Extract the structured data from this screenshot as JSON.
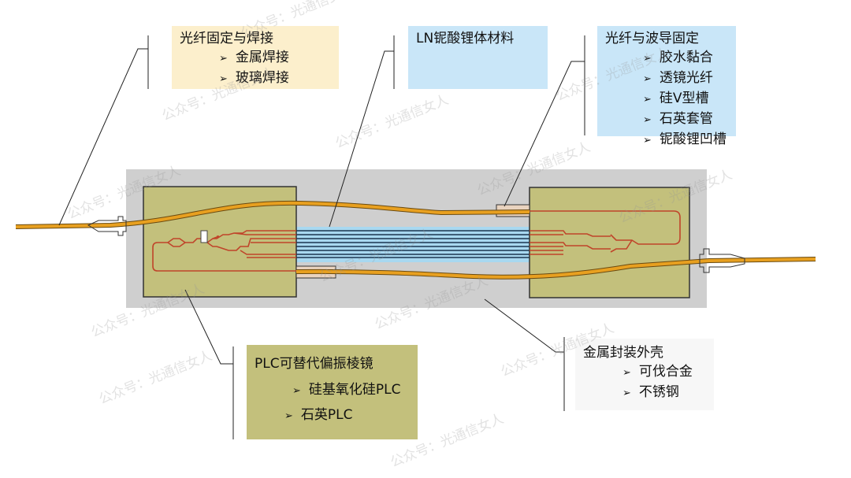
{
  "watermark": "公众号：光通信女人",
  "callouts": {
    "fiber_fixing": {
      "title": "光纤固定与焊接",
      "items": [
        "金属焊接",
        "玻璃焊接"
      ]
    },
    "ln_material": {
      "title": "LN铌酸锂体材料"
    },
    "fiber_waveguide": {
      "title": "光纤与波导固定",
      "items": [
        "胶水黏合",
        "透镜光纤",
        "硅V型槽",
        "石英套管",
        "铌酸锂凹槽"
      ]
    },
    "plc": {
      "title": "PLC可替代偏振棱镜",
      "items": [
        "硅基氧化硅PLC",
        "石英PLC"
      ]
    },
    "shell": {
      "title": "金属封装外壳",
      "items": [
        "可伐合金",
        "不锈钢"
      ]
    }
  },
  "colors": {
    "housing": "#cfcfcf",
    "plc_block": "#c3c07c",
    "fiber": "#e8a020",
    "waveguide": "#c0442a",
    "ln_band": "#a8d8f0"
  }
}
